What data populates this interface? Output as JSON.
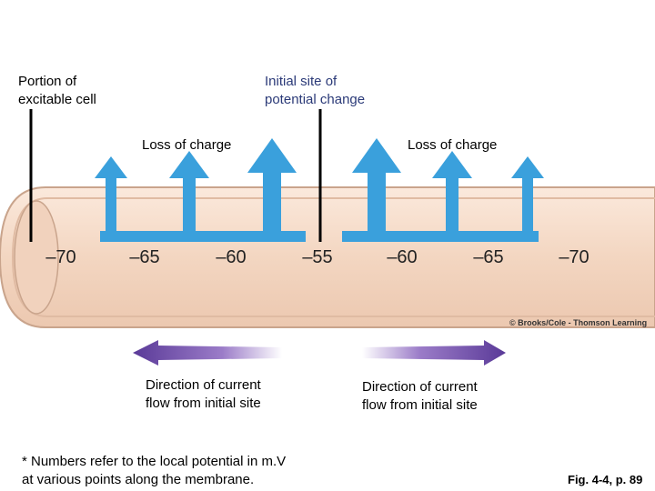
{
  "labels": {
    "portion": "Portion of\nexcitable cell",
    "initial_site": "Initial site of\npotential change",
    "loss_left": "Loss of charge",
    "loss_right": "Loss of charge",
    "direction_left": "Direction of current\nflow from initial site",
    "direction_right": "Direction of current\nflow from initial site",
    "footnote": "* Numbers refer to the local potential in m.V\n   at various points along the membrane.",
    "credit": "© Brooks/Cole - Thomson Learning",
    "figure": "Fig. 4-4, p. 89"
  },
  "potentials": [
    "–70",
    "–65",
    "–60",
    "–55",
    "–60",
    "–65",
    "–70"
  ],
  "colors": {
    "membrane": "#f5dcc7",
    "membrane_edge": "#c9a48c",
    "charge_arrow": "#3aa0dc",
    "current_arrow": "#6a4aa0"
  }
}
